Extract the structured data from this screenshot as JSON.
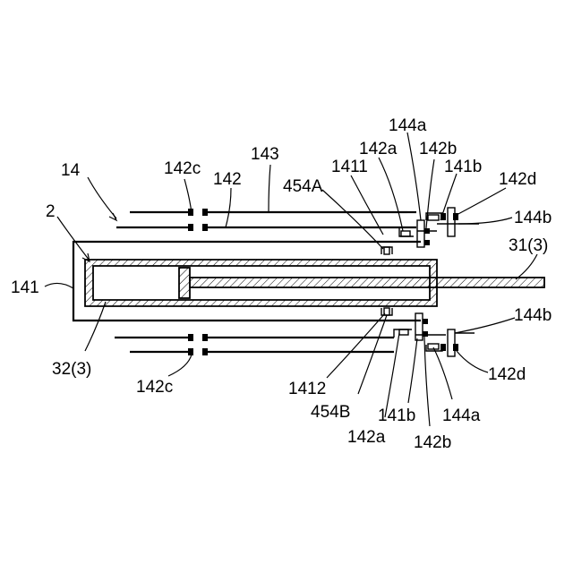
{
  "labels": {
    "l_144a_top": "144a",
    "l_142a_top": "142a",
    "l_142b_top": "142b",
    "l_143": "143",
    "l_1411": "1411",
    "l_141b_top": "141b",
    "l_142c_top": "142c",
    "l_142_top": "142",
    "l_142d_top": "142d",
    "l_14": "14",
    "l_454A": "454A",
    "l_144b_top": "144b",
    "l_2": "2",
    "l_31_3": "31(3)",
    "l_141": "141",
    "l_144b_bot": "144b",
    "l_32_3": "32(3)",
    "l_142d_bot": "142d",
    "l_142c_bot": "142c",
    "l_1412": "1412",
    "l_454B": "454B",
    "l_141b_bot": "141b",
    "l_144a_bot": "144a",
    "l_142a_bot": "142a",
    "l_142b_bot": "142b"
  }
}
